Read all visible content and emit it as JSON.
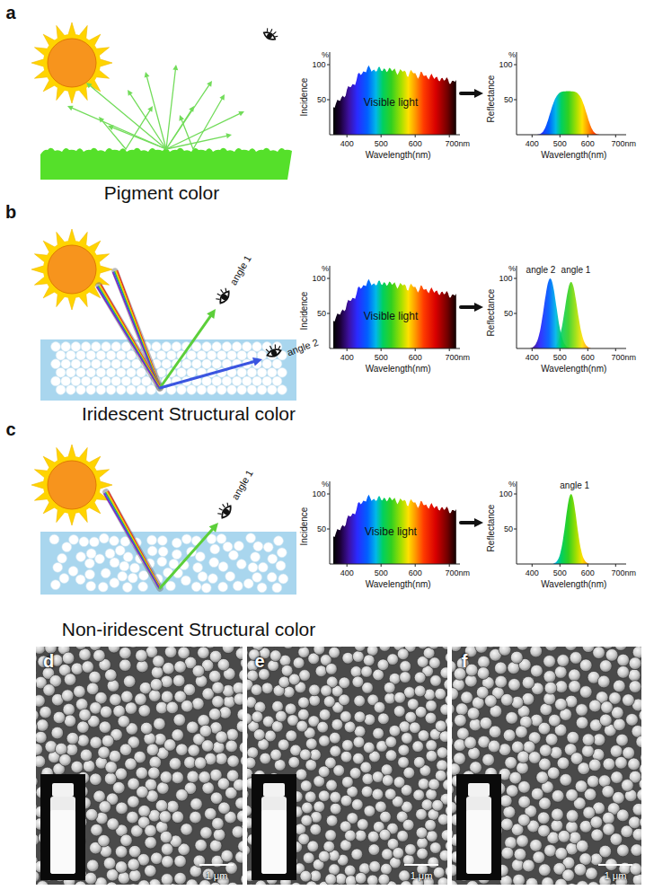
{
  "diagram": {
    "labels": [
      "a",
      "%",
      "100",
      "50",
      "Incidence",
      "Visible light",
      "400",
      "500",
      "600",
      "700nm",
      "Wavelength(nm)",
      "%",
      "100",
      "50",
      "Reflectance",
      "400",
      "500",
      "600",
      "700nm",
      "Wavelength(nm)",
      "Pigment color",
      "b",
      "angle 1",
      "angle 2",
      "%",
      "100",
      "50",
      "Incidence",
      "Visible light",
      "400",
      "500",
      "600",
      "700nm",
      "Wavelength(nm)",
      "%",
      "100",
      "50",
      "Reflectance",
      "400",
      "500",
      "600",
      "700nm",
      "Wavelength(nm)",
      "angle 2",
      "angle 1",
      "Iridescent Structural color",
      "c",
      "angle 1",
      "%",
      "100",
      "50",
      "Incidence",
      "Visibe light",
      "400",
      "500",
      "600",
      "700nm",
      "Wavelength(nm)",
      "%",
      "100",
      "50",
      "Reflectance",
      "400",
      "500",
      "600",
      "700nm",
      "Wavelength(nm)",
      "angle 1",
      "Non-iridescent Structural color",
      "d",
      "1 μm",
      "e",
      "1 μm",
      "f",
      "1 μm"
    ]
  }
}
